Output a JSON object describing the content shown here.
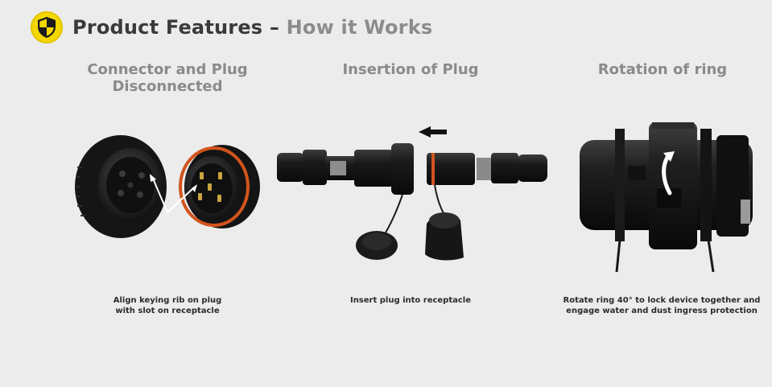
{
  "header": {
    "title_main": "Product Features",
    "title_sep": "–",
    "title_sub": "How it Works",
    "badge_icon": "shield-icon",
    "badge_color": "#f5d800"
  },
  "panels": [
    {
      "heading_line1": "Connector and Plug",
      "heading_line2": "Disconnected",
      "caption_line1": "Align keying rib on plug",
      "caption_line2": "with slot on receptacle"
    },
    {
      "heading_line1": "Insertion of Plug",
      "caption_line1": "Insert plug into receptacle"
    },
    {
      "heading_line1": "Rotation of ring",
      "caption_line1": "Rotate ring 40° to lock device together and",
      "caption_line2": "engage water and dust ingress protection"
    }
  ],
  "colors": {
    "accent_orange": "#d2541c",
    "connector_black": "#1c1c1c",
    "heading_gray": "#8a8a8a"
  }
}
